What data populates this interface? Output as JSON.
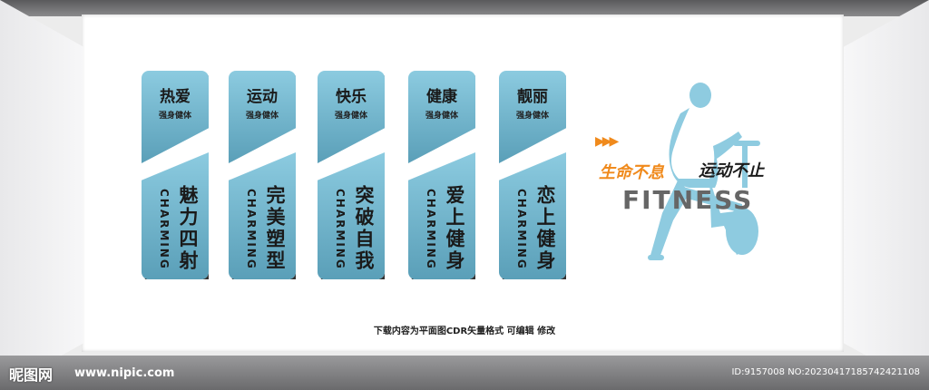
{
  "panels": [
    {
      "title": "热爱",
      "sub": "强身健体",
      "en": "CHARMING",
      "cn": "魅力四射"
    },
    {
      "title": "运动",
      "sub": "强身健体",
      "en": "CHARMING",
      "cn": "完美塑型"
    },
    {
      "title": "快乐",
      "sub": "强身健体",
      "en": "CHARMING",
      "cn": "突破自我"
    },
    {
      "title": "健康",
      "sub": "强身健体",
      "en": "CHARMING",
      "cn": "爱上健身"
    },
    {
      "title": "靓丽",
      "sub": "强身健体",
      "en": "CHARMING",
      "cn": "恋上健身"
    }
  ],
  "slogan": {
    "arrows": "▶▶▶",
    "orange": "生命不息",
    "black": "运动不止",
    "fitness": "FITNESS"
  },
  "caption": "下载内容为平面图CDR矢量格式 可编辑 修改",
  "watermark": {
    "logo": "昵图网",
    "url": "www.nipic.com",
    "id": "ID:9157008 NO:20230417185742421108"
  },
  "colors": {
    "panel_light": "#8ccbe0",
    "panel_dark": "#5a9fb8",
    "accent": "#f08a1c"
  }
}
